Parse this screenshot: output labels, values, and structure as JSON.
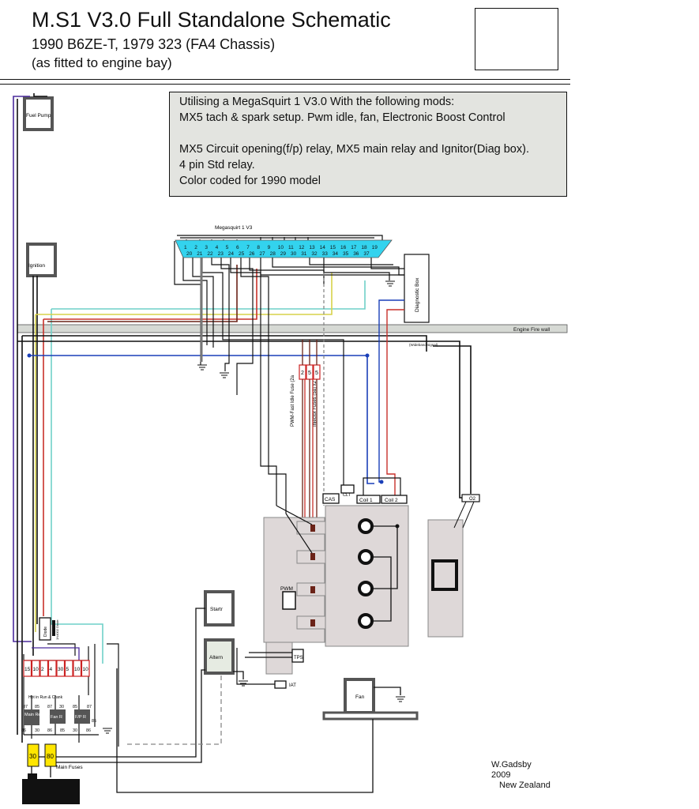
{
  "header": {
    "title": "M.S1 V3.0 Full Standalone Schematic",
    "subtitle_vehicle": "1990 B6ZE-T,  1979 323 (FA4 Chassis)",
    "subtitle_fit": "(as fitted to engine bay)"
  },
  "notes": {
    "line1": "Utilising a MegaSquirt 1 V3.0 With the following mods:",
    "line2": "MX5 tach & spark setup. Pwm idle, fan, Electronic Boost Control",
    "line3": "MX5 Circuit opening(f/p) relay, MX5 main relay and Ignitor(Diag box).",
    "line4": "4 pin Std relay.",
    "line5": "Color coded for 1990 model"
  },
  "ecu": {
    "label": "Megasquirt 1  V3",
    "top_pins": [
      "1",
      "2",
      "3",
      "4",
      "5",
      "6",
      "7",
      "8",
      "9",
      "10",
      "11",
      "12",
      "13",
      "14",
      "15",
      "16",
      "17",
      "18",
      "19"
    ],
    "bottom_pins": [
      "20",
      "21",
      "22",
      "23",
      "24",
      "25",
      "26",
      "27",
      "28",
      "29",
      "30",
      "31",
      "32",
      "33",
      "34",
      "35",
      "36",
      "37"
    ]
  },
  "components": {
    "fuel_pump": "Fuel Pump",
    "ignition": "Ignition",
    "diagnostic_box": "Diagnostic Box",
    "firewall": "Engine Fire wall",
    "wideband": "(Wideband signal)",
    "cas": "CAS",
    "clt": "CLT",
    "coil1": "Coil 1",
    "coil2": "Coil 2",
    "o2": "O2",
    "pwm": "PWM",
    "tps": "TPS",
    "iat": "IAT",
    "starter": "Startr",
    "alternator": "Altern",
    "fan": "Fan",
    "pwm_fuse_label": "PWM-Fast Idle Fuse (2a",
    "inj_fuse_label": "Injector Fuses (5a) x2",
    "fuse_2": "2",
    "fuse_5a": "5",
    "fuse_5b": "5",
    "relay_main": "Main Relay",
    "relay_fan": "Fan R",
    "relay_fp": "F/P R",
    "fusebox_label": "Hot in Run & Crank",
    "diode_label": "1N4002 Diode",
    "diode_block": "Diode",
    "main_fuses": "Main Fuses",
    "main_fuse_30": "30",
    "main_fuse_80": "80",
    "relay_pins": {
      "p87a": "87",
      "p85a": "85",
      "p87b": "87",
      "p30a": "30",
      "p85b": "85",
      "p87c": "87",
      "p86a": "86",
      "p30b": "30",
      "p86b": "86",
      "p85c": "85",
      "p30c": "30",
      "p86c": "86",
      "p85d": "85"
    }
  },
  "fuse_ratings": [
    "15",
    "10",
    "2",
    "4",
    "30",
    "5",
    "10",
    "10"
  ],
  "colors": {
    "ecu_connector": "#33d3ee",
    "panel_grey": "#e3e4e0",
    "engine_grey": "#ded8d8",
    "fuse_red": "#cc2222",
    "main_fuse_yellow": "#ffe600",
    "wire_purple": "#4a2a9c",
    "wire_cyan": "#6fd1c8",
    "wire_yellow": "#d7d24a",
    "wire_blue": "#1a3fb8",
    "wire_red": "#c8312a",
    "wire_brown": "#6b2318"
  },
  "credit": {
    "author": "W.Gadsby",
    "year": "2009",
    "country": "New Zealand"
  }
}
